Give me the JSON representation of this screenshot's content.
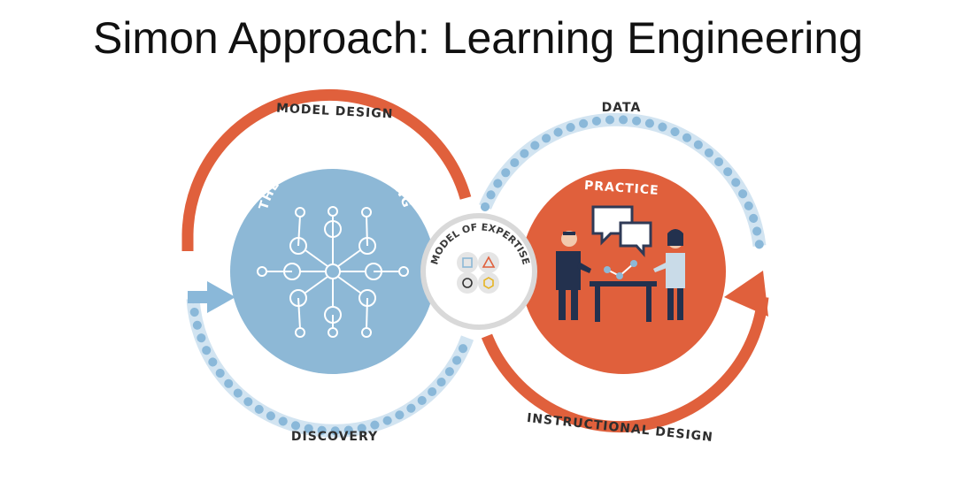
{
  "title": "Simon Approach: Learning Engineering",
  "labels": {
    "model_design": "MODEL DESIGN",
    "data": "DATA",
    "discovery": "DISCOVERY",
    "instructional_design": "INSTRUCTIONAL DESIGN",
    "theories_of_learning": "THEORIES OF LEARNING",
    "practice": "PRACTICE",
    "model_of_expertise": "MODEL OF EXPERTISE"
  },
  "colors": {
    "orange": "#e0603c",
    "blue": "#8db8d6",
    "blue_dark": "#3e5e82",
    "dot_light": "#d2e4f1",
    "dot_blue": "#8ab8d9"
  }
}
